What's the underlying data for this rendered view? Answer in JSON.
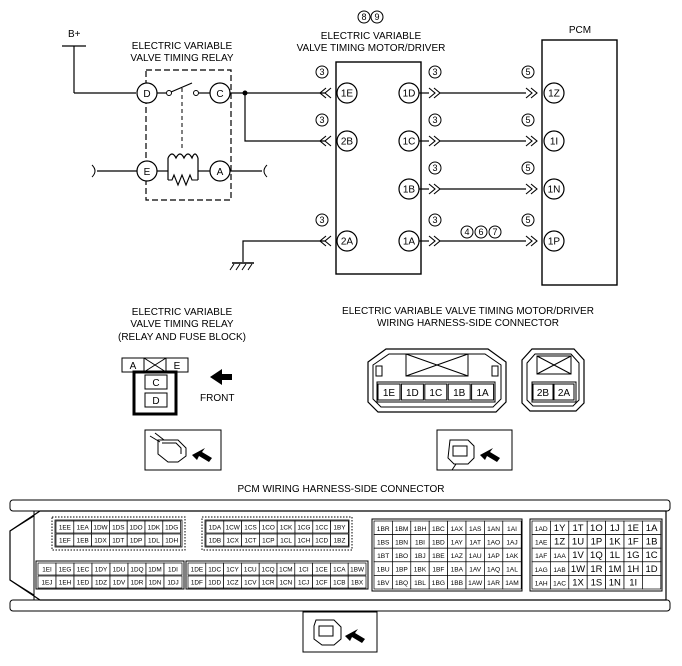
{
  "supply": "B+",
  "relay": {
    "title_lines": [
      "ELECTRIC VARIABLE",
      "VALVE TIMING RELAY"
    ],
    "terminals": [
      "D",
      "C",
      "E",
      "A"
    ]
  },
  "motor_driver": {
    "title_lines": [
      "ELECTRIC VARIABLE",
      "VALVE TIMING MOTOR/DRIVER"
    ],
    "notes": [
      "8",
      "9"
    ],
    "left_pins": [
      "1E",
      "2B",
      "2A"
    ],
    "right_pins": [
      "1D",
      "1C",
      "1B",
      "1A"
    ]
  },
  "pcm": {
    "title": "PCM",
    "pins": [
      "1Z",
      "1I",
      "1N",
      "1P"
    ]
  },
  "circles": {
    "three": "3",
    "five": "5",
    "p4": "4",
    "p6": "6",
    "p7": "7"
  },
  "relay_connector": {
    "title_lines": [
      "ELECTRIC VARIABLE",
      "VALVE TIMING RELAY",
      "(RELAY AND FUSE BLOCK)"
    ],
    "cells": [
      "A",
      "E",
      "C",
      "D"
    ],
    "front_label": "FRONT"
  },
  "motor_connector": {
    "title_lines": [
      "ELECTRIC VARIABLE VALVE TIMING MOTOR/DRIVER",
      "WIRING HARNESS-SIDE CONNECTOR"
    ],
    "pins_main": [
      "1E",
      "1D",
      "1C",
      "1B",
      "1A"
    ],
    "pins_small": [
      "2B",
      "2A"
    ]
  },
  "pcm_connector": {
    "title": "PCM WIRING HARNESS-SIDE CONNECTOR",
    "block1_top_upper": [
      "1EE",
      "1EA",
      "1DW",
      "1DS",
      "1DO",
      "1DK",
      "1DG"
    ],
    "block1_top_lower": [
      "1EF",
      "1EB",
      "1DX",
      "1DT",
      "1DP",
      "1DL",
      "1DH"
    ],
    "block1_bot_upper": [
      "1EI",
      "1EG",
      "1EC",
      "1DY",
      "1DU",
      "1DQ",
      "1DM",
      "1DI"
    ],
    "block1_bot_lower": [
      "1EJ",
      "1EH",
      "1ED",
      "1DZ",
      "1DV",
      "1DR",
      "1DN",
      "1DJ"
    ],
    "block2_top_upper": [
      "1DA",
      "1CW",
      "1CS",
      "1CO",
      "1CK",
      "1CG",
      "1CC",
      "1BY"
    ],
    "block2_top_lower": [
      "1DB",
      "1CX",
      "1CT",
      "1CP",
      "1CL",
      "1CH",
      "1CD",
      "1BZ"
    ],
    "block2_bot_upper": [
      "1DE",
      "1DC",
      "1CY",
      "1CU",
      "1CQ",
      "1CM",
      "1CI",
      "1CE",
      "1CA",
      "1BW"
    ],
    "block2_bot_lower": [
      "1DF",
      "1DD",
      "1CZ",
      "1CV",
      "1CR",
      "1CN",
      "1CJ",
      "1CF",
      "1CB",
      "1BX"
    ],
    "block3": [
      [
        "1BR",
        "1BM",
        "1BH",
        "1BC",
        "1AX",
        "1AS",
        "1AN",
        "1AI"
      ],
      [
        "1BS",
        "1BN",
        "1BI",
        "1BD",
        "1AY",
        "1AT",
        "1AO",
        "1AJ"
      ],
      [
        "1BT",
        "1BO",
        "1BJ",
        "1BE",
        "1AZ",
        "1AU",
        "1AP",
        "1AK"
      ],
      [
        "1BU",
        "1BP",
        "1BK",
        "1BF",
        "1BA",
        "1AV",
        "1AQ",
        "1AL"
      ],
      [
        "1BV",
        "1BQ",
        "1BL",
        "1BG",
        "1BB",
        "1AW",
        "1AR",
        "1AM"
      ]
    ],
    "block4": [
      [
        "1AD",
        "1Y",
        "1T",
        "1O",
        "1J",
        "1E",
        "1A"
      ],
      [
        "1AE",
        "1Z",
        "1U",
        "1P",
        "1K",
        "1F",
        "1B"
      ],
      [
        "1AF",
        "1AA",
        "1V",
        "1Q",
        "1L",
        "1G",
        "1C"
      ],
      [
        "1AG",
        "1AB",
        "1W",
        "1R",
        "1M",
        "1H",
        "1D"
      ],
      [
        "1AH",
        "1AC",
        "1X",
        "1S",
        "1N",
        "1I",
        ""
      ]
    ]
  }
}
